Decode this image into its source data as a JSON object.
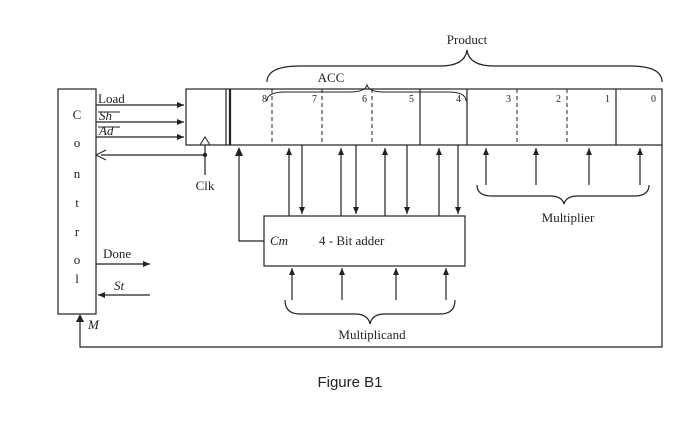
{
  "labels": {
    "product": "Product",
    "acc": "ACC",
    "multiplier": "Multiplier",
    "multiplicand": "Multiplicand",
    "adder": "4 - Bit adder",
    "cm": "Cm",
    "clk": "Clk",
    "load": "Load",
    "sh": "Sh",
    "ad": "Ad",
    "done": "Done",
    "st": "St",
    "m": "M",
    "caption": "Figure B1"
  },
  "control_letters": [
    "C",
    "o",
    "n",
    "t",
    "r",
    "o",
    "l"
  ],
  "bit_numbers": [
    "8",
    "7",
    "6",
    "5",
    "4",
    "3",
    "2",
    "1",
    "0"
  ]
}
